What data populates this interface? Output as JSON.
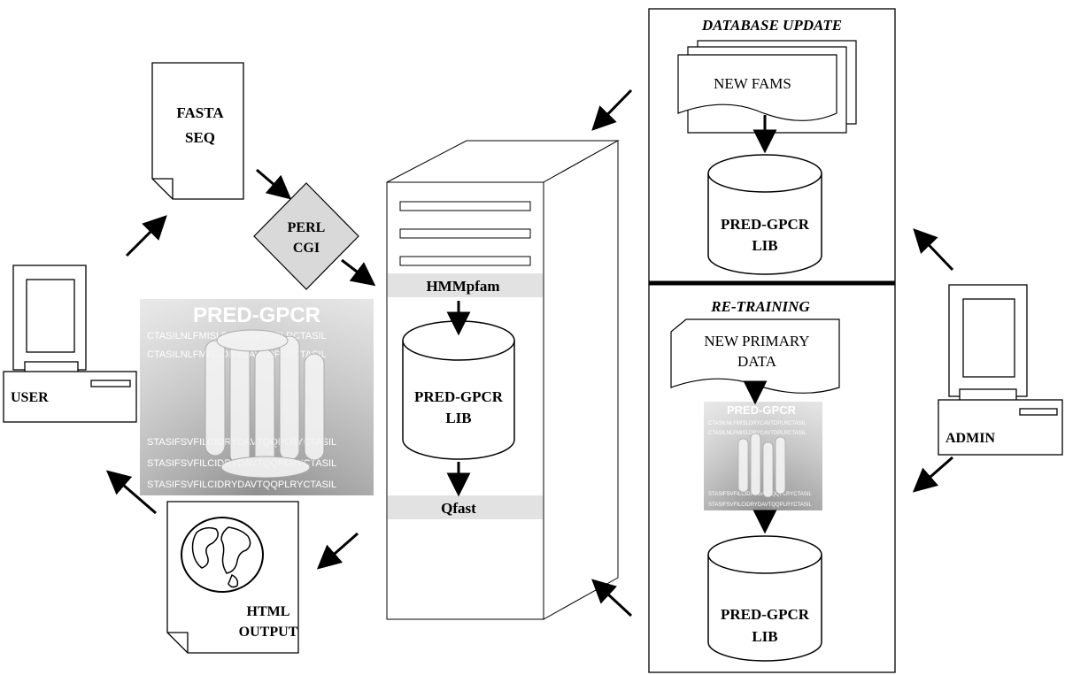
{
  "user_label": "USER",
  "admin_label": "ADMIN",
  "fasta_seq": [
    "FASTA",
    "SEQ"
  ],
  "perl_cgi": [
    "PERL",
    "CGI"
  ],
  "html_output": [
    "HTML",
    "OUTPUT"
  ],
  "server": {
    "hmmpfam": "HMMpfam",
    "db_lines": [
      "PRED-GPCR",
      "LIB"
    ],
    "qfast": "Qfast"
  },
  "database_update": {
    "title": "DATABASE UPDATE",
    "new_fams": "NEW FAMS",
    "db_lines": [
      "PRED-GPCR",
      "LIB"
    ]
  },
  "retraining": {
    "title": "RE-TRAINING",
    "new_primary_data": [
      "NEW PRIMARY",
      "DATA"
    ],
    "db_lines": [
      "PRED-GPCR",
      "LIB"
    ]
  },
  "watermark": {
    "title": "PRED-GPCR",
    "seq_lines": [
      "CTASILNLFMISLDRYCAVTDPLRCTASIL",
      "CTASILNLFMISLDRYCAVTDPLRCTASIL",
      "STASIFSVFILCIDRYDAVTQQPLRYCTASIL",
      "STASIFSVFILCIDRYDAVTQQPLRYCTASIL",
      "STASIFSVFILCIDRYDAVTQQPLRYCTASIL"
    ]
  },
  "colors": {
    "background": "#ffffff",
    "line": "#000000",
    "bar_fill": "#e2e2e2",
    "diamond_fill": "#d9d9d9",
    "watermark_light": "#e8e8e8",
    "watermark_dark": "#9a9a9a"
  }
}
